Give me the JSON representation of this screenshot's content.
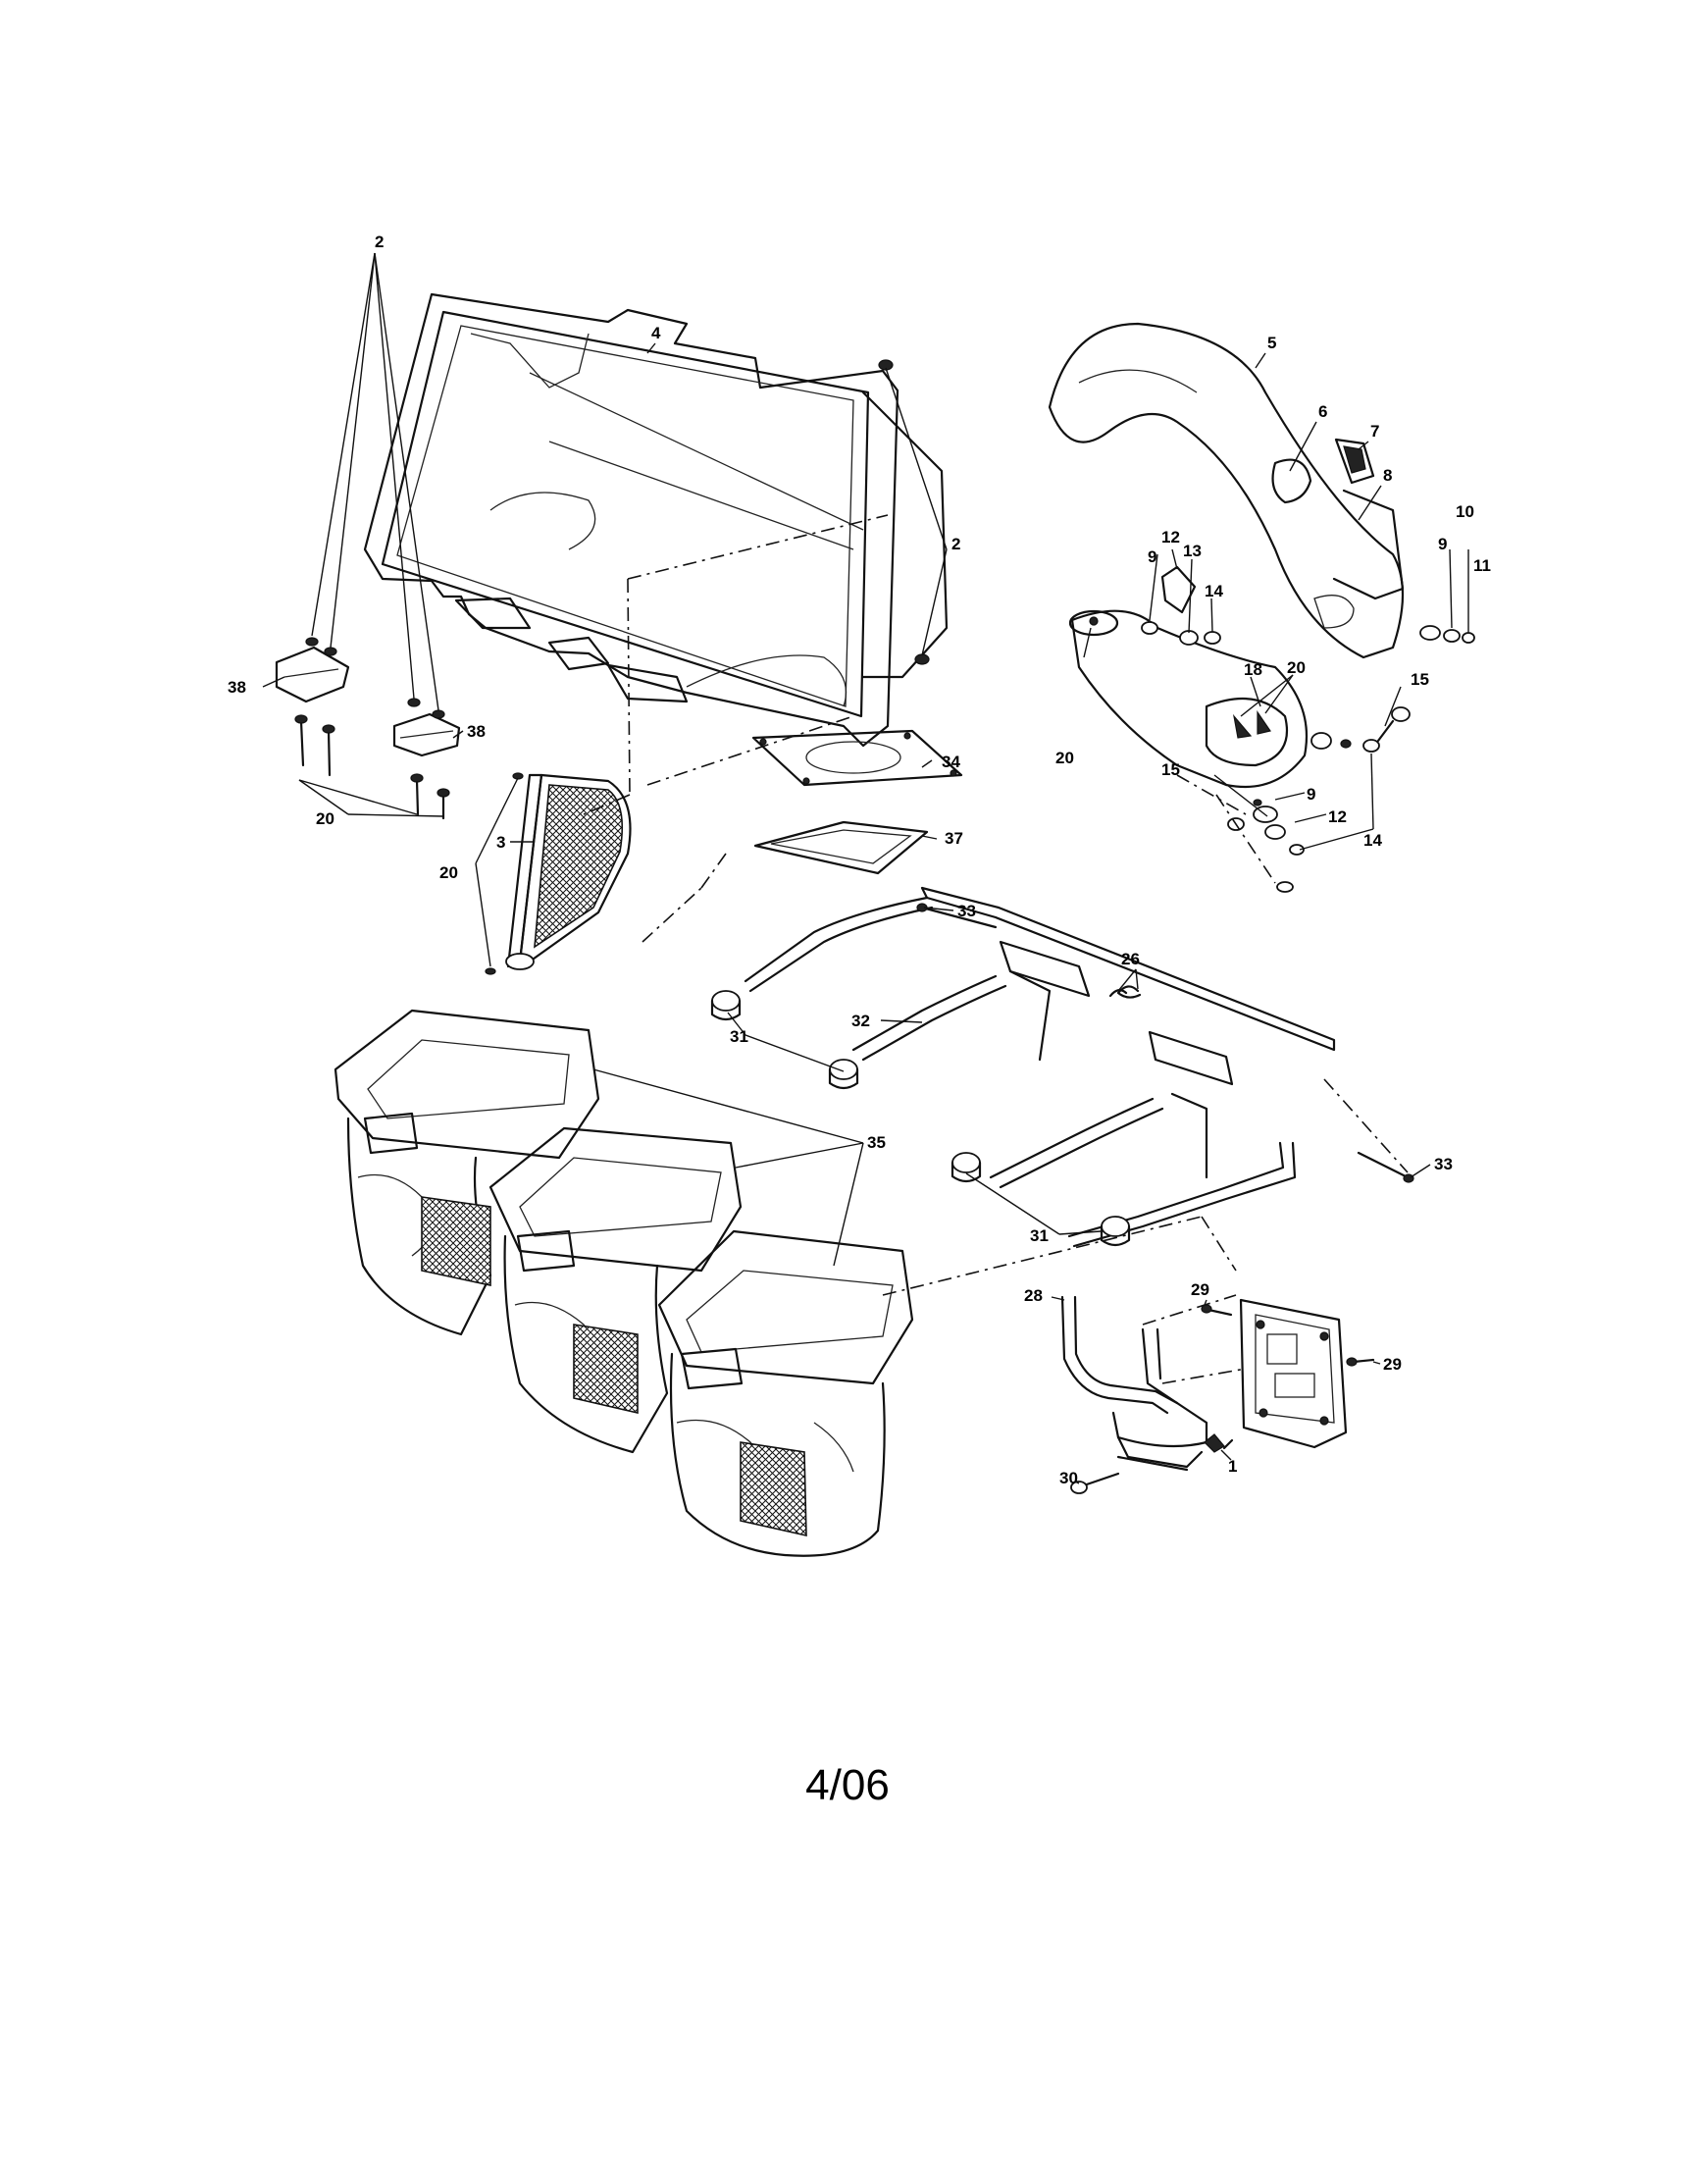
{
  "footer": {
    "page_number": "4/06"
  },
  "callouts": [
    {
      "id": "c-4",
      "text": "4"
    },
    {
      "id": "c-2a",
      "text": "2"
    },
    {
      "id": "c-2b",
      "text": "2"
    },
    {
      "id": "c-38a",
      "text": "38"
    },
    {
      "id": "c-38b",
      "text": "38"
    },
    {
      "id": "c-20a",
      "text": "20"
    },
    {
      "id": "c-20b",
      "text": "20"
    },
    {
      "id": "c-3",
      "text": "3"
    },
    {
      "id": "c-34",
      "text": "34"
    },
    {
      "id": "c-37",
      "text": "37"
    },
    {
      "id": "c-5",
      "text": "5"
    },
    {
      "id": "c-6",
      "text": "6"
    },
    {
      "id": "c-7",
      "text": "7"
    },
    {
      "id": "c-8",
      "text": "8"
    },
    {
      "id": "c-10",
      "text": "10"
    },
    {
      "id": "c-9a",
      "text": "9"
    },
    {
      "id": "c-11",
      "text": "11"
    },
    {
      "id": "c-12a",
      "text": "12"
    },
    {
      "id": "c-9b",
      "text": "9"
    },
    {
      "id": "c-13",
      "text": "13"
    },
    {
      "id": "c-14a",
      "text": "14"
    },
    {
      "id": "c-18",
      "text": "18"
    },
    {
      "id": "c-20c",
      "text": "20"
    },
    {
      "id": "c-20d",
      "text": "20"
    },
    {
      "id": "c-15a",
      "text": "15"
    },
    {
      "id": "c-15b",
      "text": "15"
    },
    {
      "id": "c-9c",
      "text": "9"
    },
    {
      "id": "c-12b",
      "text": "12"
    },
    {
      "id": "c-14b",
      "text": "14"
    },
    {
      "id": "c-33a",
      "text": "33"
    },
    {
      "id": "c-26",
      "text": "26"
    },
    {
      "id": "c-32",
      "text": "32"
    },
    {
      "id": "c-31a",
      "text": "31"
    },
    {
      "id": "c-35",
      "text": "35"
    },
    {
      "id": "c-33b",
      "text": "33"
    },
    {
      "id": "c-31b",
      "text": "31"
    },
    {
      "id": "c-28",
      "text": "28"
    },
    {
      "id": "c-29a",
      "text": "29"
    },
    {
      "id": "c-29b",
      "text": "29"
    },
    {
      "id": "c-1",
      "text": "1"
    },
    {
      "id": "c-30",
      "text": "30"
    }
  ]
}
